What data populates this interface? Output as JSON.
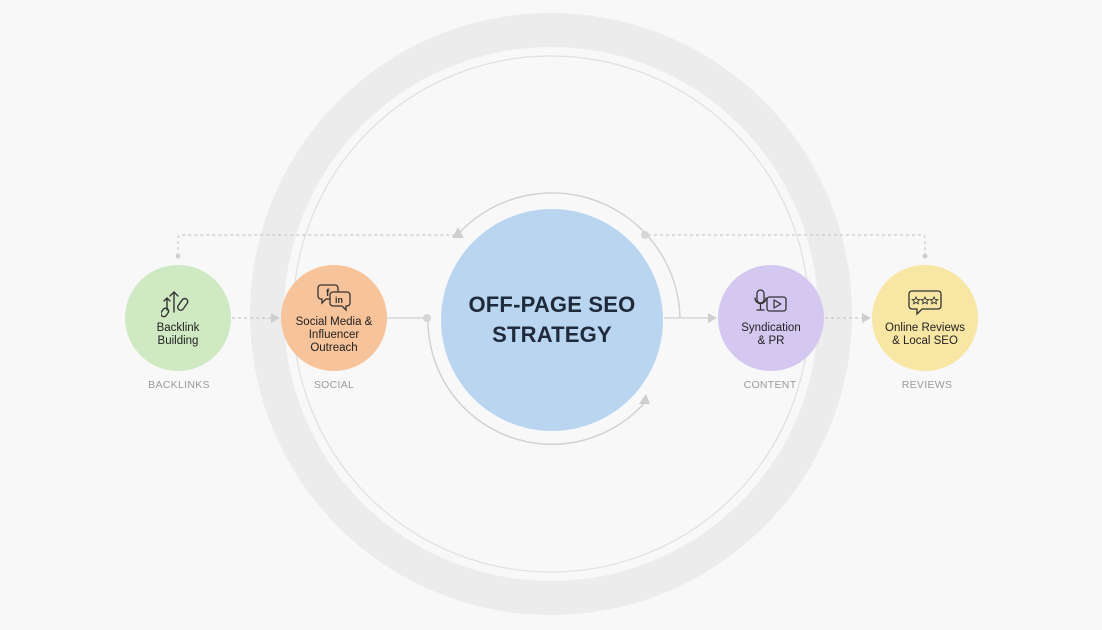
{
  "center": {
    "line1": "OFF-PAGE SEO",
    "line2": "STRATEGY",
    "color": "#b9d5f0"
  },
  "nodes": [
    {
      "label_lines": [
        "Backlink",
        "Building"
      ],
      "caption": "BACKLINKS",
      "color": "#cfe9c3",
      "icon": "link-growth-icon"
    },
    {
      "label_lines": [
        "Social Media &",
        "Influencer",
        "Outreach"
      ],
      "caption": "SOCIAL",
      "color": "#f7c39a",
      "icon": "social-chat-icon"
    },
    {
      "label_lines": [
        "Syndication",
        "& PR"
      ],
      "caption": "CONTENT",
      "color": "#d4c8f0",
      "icon": "microphone-video-icon"
    },
    {
      "label_lines": [
        "Online Reviews",
        "& Local SEO"
      ],
      "caption": "REVIEWS",
      "color": "#f8e6a4",
      "icon": "star-rating-icon"
    }
  ]
}
